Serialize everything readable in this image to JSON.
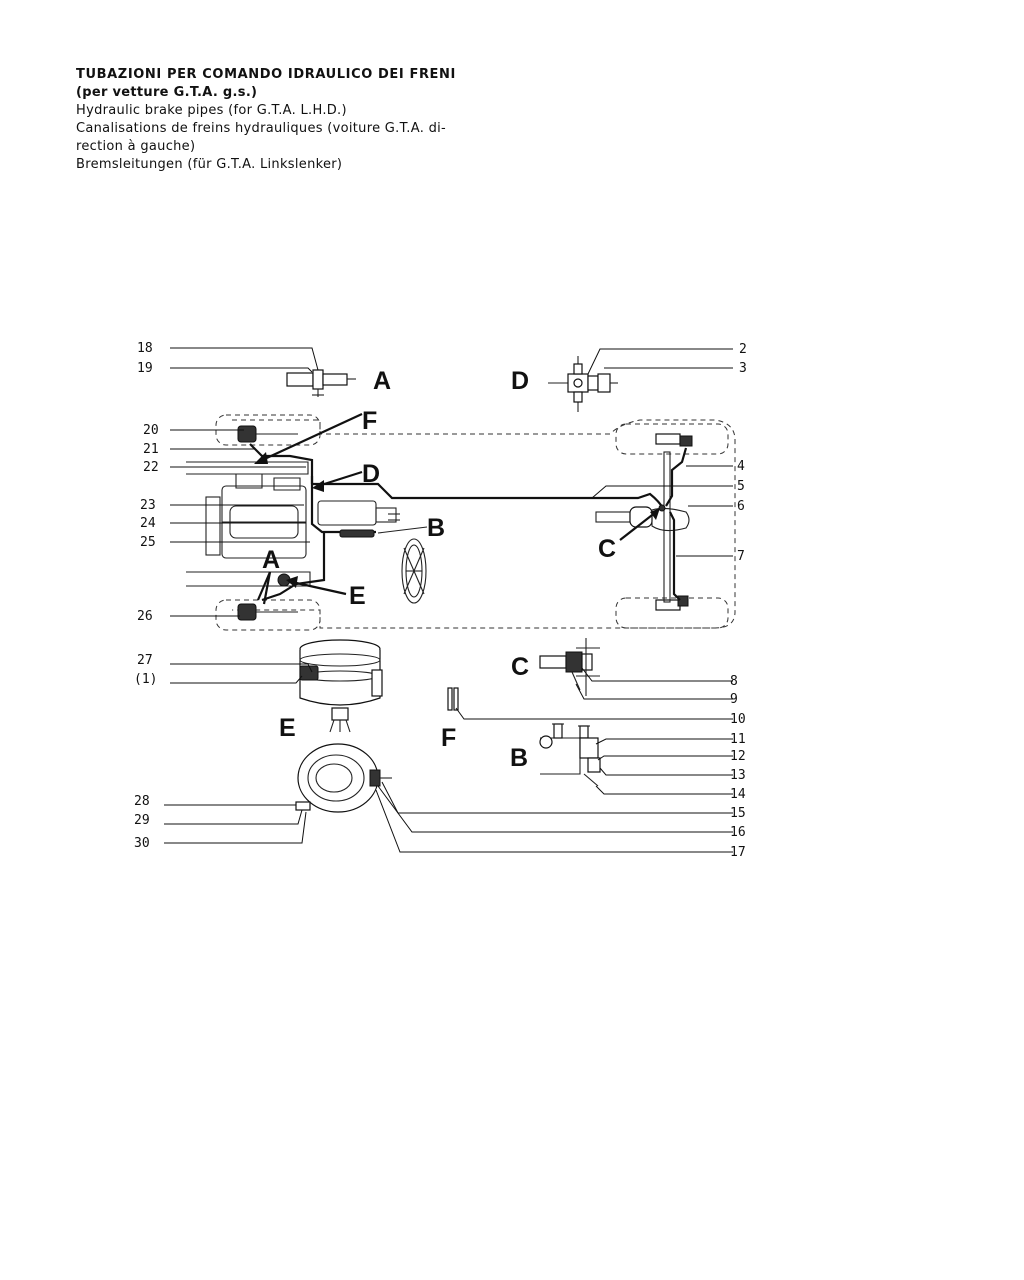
{
  "heading": {
    "title": "TUBAZIONI PER COMANDO IDRAULICO DEI FRENI",
    "subtitle": "(per vetture G.T.A. g.s.)",
    "en": "Hydraulic brake pipes (for G.T.A. L.H.D.)",
    "fr_line1": "Canalisations de freins hydrauliques (voiture G.T.A. di-",
    "fr_line2": "rection à gauche)",
    "de": "Bremsleitungen (für G.T.A. Linkslenker)"
  },
  "detail_letters": {
    "a_top": "A",
    "d_top": "D",
    "f_main": "F",
    "d_main": "D",
    "b_main": "B",
    "c_main": "C",
    "a_main": "A",
    "e_main": "E",
    "c_detail": "C",
    "e_detail": "E",
    "f_detail": "F",
    "b_detail": "B"
  },
  "callouts": {
    "n1": "(1)",
    "n2": "2",
    "n3": "3",
    "n4": "4",
    "n5": "5",
    "n6": "6",
    "n7": "7",
    "n8": "8",
    "n9": "9",
    "n10": "10",
    "n11": "11",
    "n12": "12",
    "n13": "13",
    "n14": "14",
    "n15": "15",
    "n16": "16",
    "n17": "17",
    "n18": "18",
    "n19": "19",
    "n20": "20",
    "n21": "21",
    "n22": "22",
    "n23": "23",
    "n24": "24",
    "n25": "25",
    "n26": "26",
    "n27": "27",
    "n28": "28",
    "n29": "29",
    "n30": "30"
  }
}
